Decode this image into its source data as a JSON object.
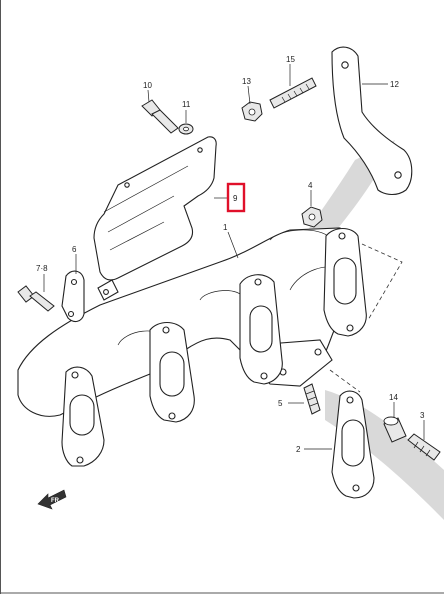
{
  "diagram": {
    "labels": {
      "p1": "1",
      "p2": "2",
      "p3": "3",
      "p4": "4",
      "p5": "5",
      "p6": "6",
      "p78": "7·8",
      "p9": "9",
      "p10": "10",
      "p11": "11",
      "p12": "12",
      "p13": "13",
      "p14": "14",
      "p15": "15"
    },
    "front_marker": "FR",
    "highlighted_part": "9",
    "colors": {
      "highlight": "#e0102a",
      "line": "#222222",
      "shade": "#d9d9d9"
    }
  }
}
